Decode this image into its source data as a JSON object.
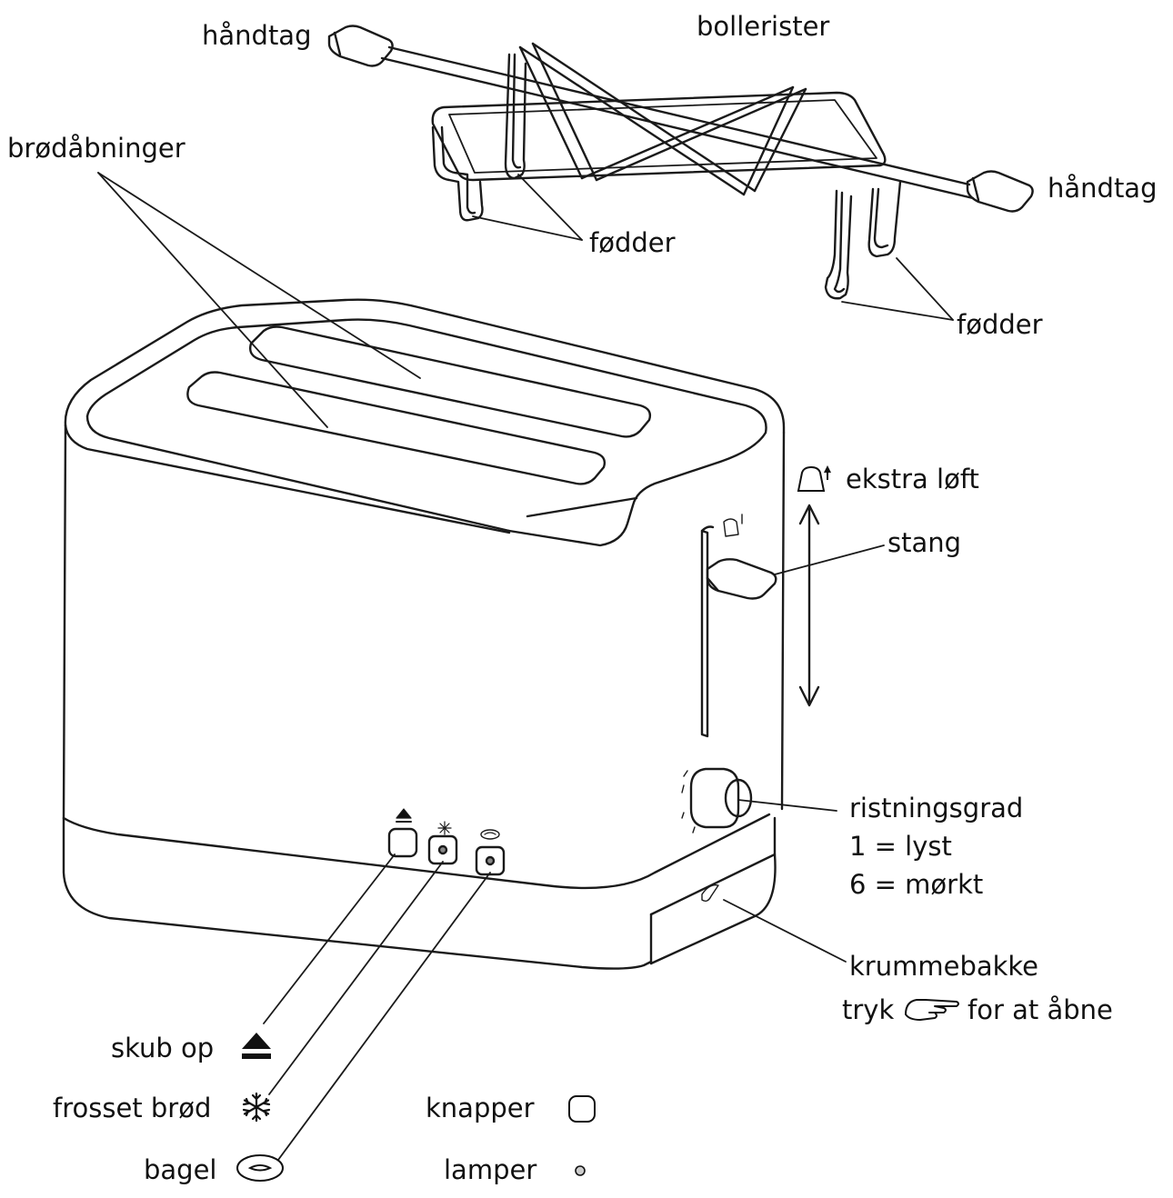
{
  "labels": {
    "handle_left": "håndtag",
    "rack": "bollerister",
    "handle_right": "håndtag",
    "slots": "brødåbninger",
    "feet_left": "fødder",
    "feet_right": "fødder",
    "extra_lift": "ekstra løft",
    "lever": "stang",
    "browning": "ristningsgrad",
    "browning_light": "1 = lyst",
    "browning_dark": "6 = mørkt",
    "crumb_tray": "krummebakke",
    "crumb_press": "tryk",
    "crumb_open": "for at åbne",
    "eject": "skub op",
    "frozen": "frosset brød",
    "bagel": "bagel",
    "buttons": "knapper",
    "lamps": "lamper"
  },
  "icons": {
    "eject": "eject-icon",
    "frozen": "snowflake-icon",
    "bagel": "bagel-icon",
    "button": "rounded-square-icon",
    "lamp": "small-circle-icon",
    "press": "pointing-hand-icon",
    "lift": "bread-up-icon"
  }
}
